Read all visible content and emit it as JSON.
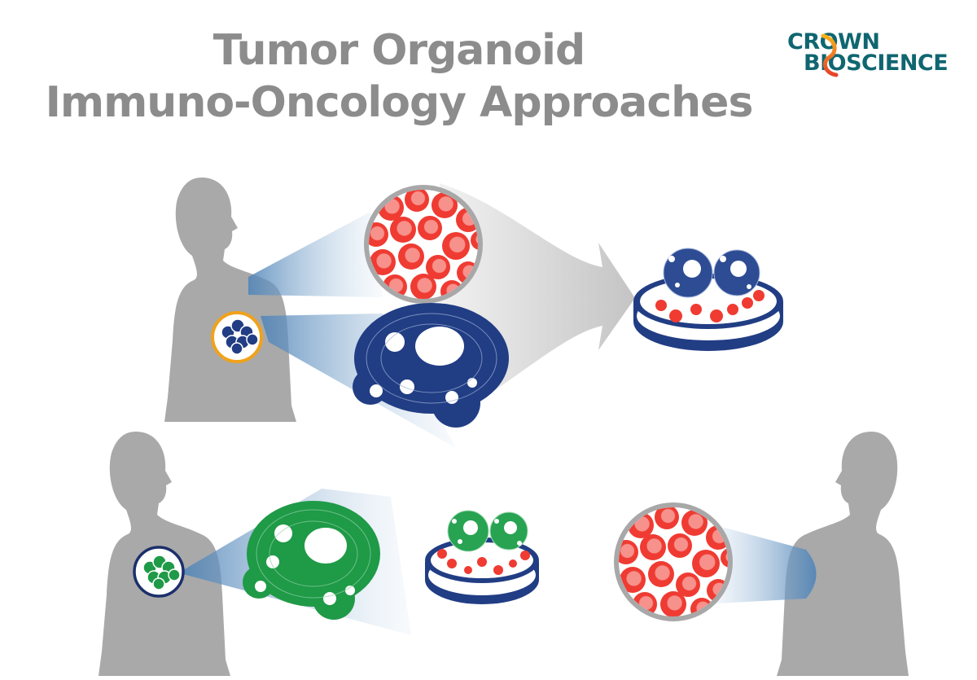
{
  "title": {
    "line1": "Tumor Organoid",
    "line2": "Immuno-Oncology Approaches"
  },
  "logo": {
    "line1": "CROWN",
    "line2": "BIOSCIENCE",
    "brand_color": "#0f6670",
    "accent_gradient": [
      "#f7b21b",
      "#e8412b"
    ]
  },
  "colors": {
    "title_gray": "#8c8c8c",
    "silhouette_gray": "#a9a9a9",
    "tumor_blue": "#213d84",
    "tumor_green": "#1f9a47",
    "blood_red": "#ef3b32",
    "blood_highlight": "#f7918c",
    "beam_blue": "#5b8fbf",
    "ring_orange": "#f0a21c",
    "ring_navy": "#1b2f6b",
    "lens_gray": "#a8a8a8"
  },
  "diagram": {
    "top_row": {
      "patient": "patient-silhouette",
      "sample_circle": "blue-tumor-sample",
      "magnified": [
        "red-blood-cells",
        "blue-tumor-organoid"
      ],
      "arrow": "co-culture-arrow",
      "result": "blue-organoid-dish-with-immune-cells"
    },
    "bottom_row": {
      "patient_left": "patient-silhouette",
      "sample_circle": "green-tumor-sample",
      "magnified": "green-tumor-organoid",
      "dish": "green-organoid-dish-with-immune-cells",
      "blood_sample": "red-blood-cells",
      "patient_right": "donor-silhouette"
    }
  }
}
